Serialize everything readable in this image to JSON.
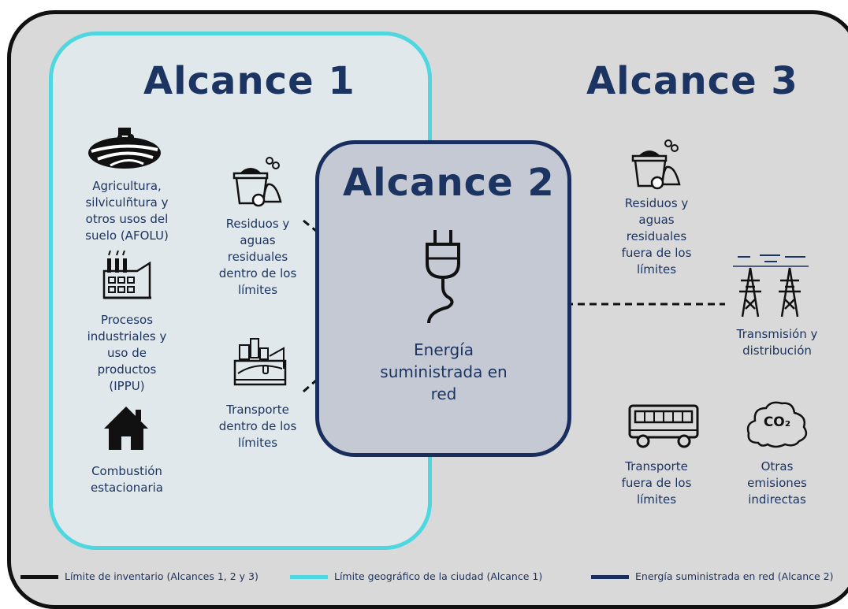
{
  "titles": {
    "scope1": "Alcance 1",
    "scope2": "Alcance 2",
    "scope3": "Alcance 3"
  },
  "scope1_items": {
    "afolu": "Agricultura, silviculñtura y otros usos del suelo (AFOLU)",
    "ippu": "Procesos industriales y uso de productos (IPPU)",
    "stationary": "Combustión estacionaria",
    "waste_in": "Residuos y aguas residuales dentro de los límites",
    "transport_in": "Transporte dentro de los límites"
  },
  "scope2_items": {
    "grid_energy": "Energía suministrada en red"
  },
  "scope3_items": {
    "waste_out": "Residuos y aguas residuales fuera de los límites",
    "transmission": "Transmisión y distribución",
    "transport_out": "Transporte fuera de los límites",
    "other_indirect": "Otras emisiones indirectas",
    "co2_symbol": "CO₂"
  },
  "legend": [
    {
      "label": "Límite de inventario (Alcances 1, 2 y 3)",
      "color": "#111111"
    },
    {
      "label": "Límite geográfico de la ciudad (Alcance 1)",
      "color": "#4fd7e0"
    },
    {
      "label": "Energía suministrada en red (Alcance 2)",
      "color": "#1a2e5e"
    }
  ],
  "icons": [
    "farm-icon",
    "factory-icon",
    "house-icon",
    "waste-bin-icon",
    "city-transport-icon",
    "plug-icon",
    "power-tower-icon",
    "bus-icon",
    "co2-cloud-icon"
  ]
}
